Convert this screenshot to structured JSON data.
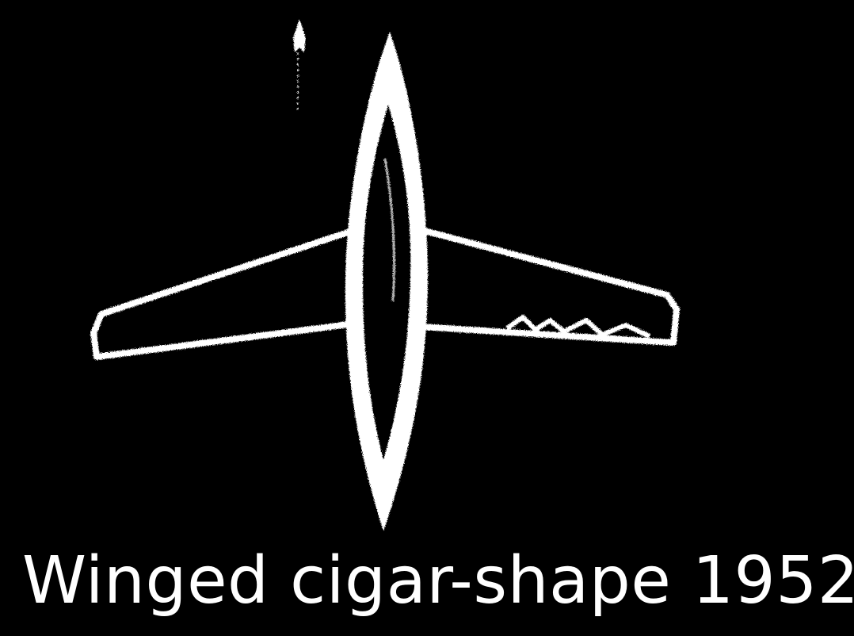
{
  "caption": "Winged cigar-shape 1952",
  "colors": {
    "background": "#000000",
    "foreground": "#ffffff"
  },
  "figure": {
    "subject": "winged-cigar-object-photo",
    "icons": [
      "small-object-mark"
    ]
  }
}
